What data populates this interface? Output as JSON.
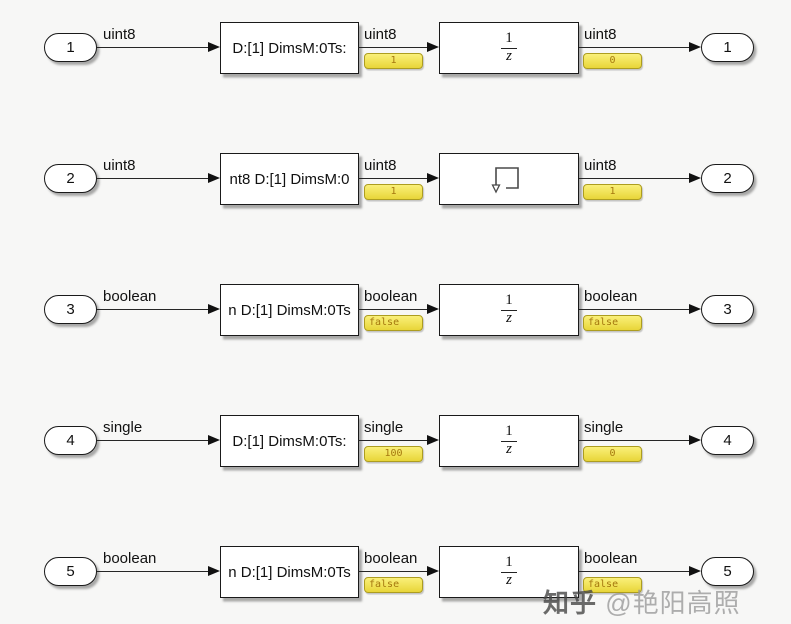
{
  "canvas": {
    "background": "#f7f7f6",
    "badge_fill": "#f3e34d",
    "badge_border": "#ad9d20",
    "badge_text_color": "#a5780e",
    "block_border": "#1a1a1a"
  },
  "unit_delay": {
    "numerator": "1",
    "denominator": "z"
  },
  "rows": [
    {
      "input_port": "1",
      "label_in": "uint8",
      "block1_text": "D:[1] DimsM:0Ts:",
      "label_mid": "uint8",
      "badge_mid": "1",
      "block2_icon": "unit-delay",
      "label_out": "uint8",
      "badge_out": "0",
      "output_port": "1"
    },
    {
      "input_port": "2",
      "label_in": "uint8",
      "block1_text": "nt8 D:[1] DimsM:0",
      "label_mid": "uint8",
      "badge_mid": "1",
      "block2_icon": "memory",
      "label_out": "uint8",
      "badge_out": "1",
      "output_port": "2"
    },
    {
      "input_port": "3",
      "label_in": "boolean",
      "block1_text": "n D:[1] DimsM:0Ts",
      "label_mid": "boolean",
      "badge_mid": "false",
      "block2_icon": "unit-delay",
      "label_out": "boolean",
      "badge_out": "false",
      "output_port": "3"
    },
    {
      "input_port": "4",
      "label_in": "single",
      "block1_text": "D:[1] DimsM:0Ts:",
      "label_mid": "single",
      "badge_mid": "100",
      "block2_icon": "unit-delay",
      "label_out": "single",
      "badge_out": "0",
      "output_port": "4"
    },
    {
      "input_port": "5",
      "label_in": "boolean",
      "block1_text": "n D:[1] DimsM:0Ts",
      "label_mid": "boolean",
      "badge_mid": "false",
      "block2_icon": "unit-delay",
      "label_out": "boolean",
      "badge_out": "false",
      "output_port": "5"
    }
  ],
  "watermark": {
    "brand": "知乎",
    "handle": "@艳阳高照"
  }
}
